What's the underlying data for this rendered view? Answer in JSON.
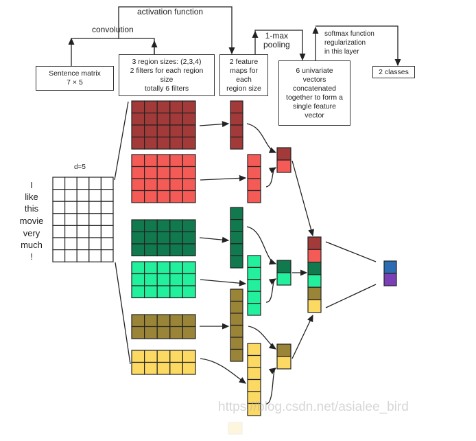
{
  "labels": {
    "activation": "activation function",
    "convolution": "convolution",
    "pooling": [
      "1-max",
      "pooling"
    ],
    "softmax": [
      "softmax function",
      "regularization",
      "in this layer"
    ],
    "d": "d=5"
  },
  "boxes": {
    "sentence": [
      "Sentence matrix",
      "7 × 5"
    ],
    "filters": [
      "3 region sizes: (2,3,4)",
      "2 filters for each region",
      "size",
      "totally 6 filters"
    ],
    "feature_maps": [
      "2 feature",
      "maps for",
      "each",
      "region size"
    ],
    "concat": [
      "6 univariate",
      "vectors",
      "concatenated",
      "together to form a",
      "single feature",
      "vector"
    ],
    "classes": [
      "2 classes"
    ]
  },
  "words": [
    "I",
    "like",
    "this",
    "movie",
    "very",
    "much",
    "!"
  ],
  "watermark": "https://blog.csdn.net/asialee_bird",
  "colors": {
    "darkred": "#a33a3a",
    "red": "#f45b57",
    "darkgreen": "#11794e",
    "green": "#22f09c",
    "olive": "#9a8438",
    "yellow": "#fcd963",
    "blue": "#2b6cb3",
    "purple": "#7c40b6"
  }
}
